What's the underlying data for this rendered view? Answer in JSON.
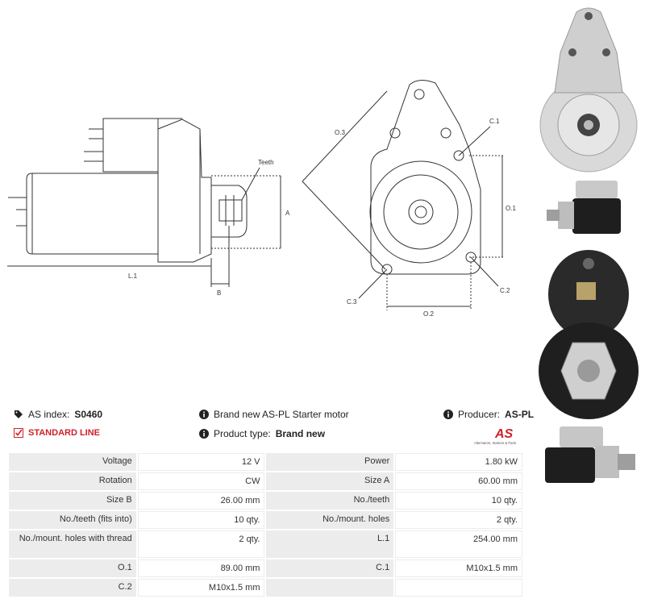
{
  "drawing_labels": {
    "teeth": "Teeth",
    "a": "A",
    "b": "B",
    "l1": "L.1",
    "o3": "O.3",
    "c1": "C.1",
    "o1": "O.1",
    "c2": "C.2",
    "c3": "C.3",
    "o2": "O.2"
  },
  "info": {
    "as_index_label": "AS index:",
    "as_index_value": "S0460",
    "description": "Brand new AS-PL Starter motor",
    "producer_label": "Producer:",
    "producer_value": "AS-PL",
    "line": "STANDARD LINE",
    "product_type_label": "Product type:",
    "product_type_value": "Brand new",
    "logo_text": "AS",
    "logo_tagline": "Alternators, Starters & Parts"
  },
  "specs": [
    {
      "k1": "Voltage",
      "v1": "12 V",
      "k2": "Power",
      "v2": "1.80 kW"
    },
    {
      "k1": "Rotation",
      "v1": "CW",
      "k2": "Size A",
      "v2": "60.00 mm"
    },
    {
      "k1": "Size B",
      "v1": "26.00 mm",
      "k2": "No./teeth",
      "v2": "10 qty."
    },
    {
      "k1": "No./teeth (fits into)",
      "v1": "10 qty.",
      "k2": "No./mount. holes",
      "v2": "2 qty."
    },
    {
      "k1": "No./mount. holes with thread",
      "v1": "2 qty.",
      "k2": "L.1",
      "v2": "254.00 mm"
    },
    {
      "k1": "O.1",
      "v1": "89.00 mm",
      "k2": "C.1",
      "v2": "M10x1.5 mm"
    },
    {
      "k1": "C.2",
      "v1": "M10x1.5 mm",
      "k2": "",
      "v2": ""
    }
  ],
  "colors": {
    "accent_red": "#d0202a",
    "key_cell_bg": "#ececec"
  }
}
